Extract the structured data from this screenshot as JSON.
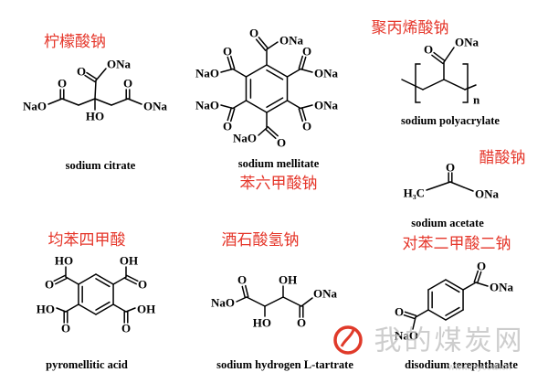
{
  "colors": {
    "chinese_label": "#e5362a",
    "structure": "#000000",
    "watermark": "#bdbdbd",
    "logo": "#e03a2a"
  },
  "sodium_citrate": {
    "name_cn": "柠檬酸钠",
    "name_en": "sodium citrate",
    "labels": {
      "nao": "NaO",
      "left_o": "O",
      "oh": "HO",
      "top_o": "O",
      "top_ona": "ONa",
      "right_o": "O",
      "right_ona": "ONa"
    }
  },
  "sodium_mellitate": {
    "name_cn": "苯六甲酸钠",
    "name_en": "sodium mellitate",
    "labels": {
      "top_o": "O",
      "top_ona": "ONa",
      "ur_o": "O",
      "ur_ona": "ONa",
      "lr_o": "O",
      "lr_ona": "ONa",
      "bottom_o": "O",
      "bottom_nao": "NaO",
      "ll_o": "O",
      "ll_nao": "NaO",
      "ul_o": "O",
      "ul_nao": "NaO"
    }
  },
  "sodium_polyacrylate": {
    "name_cn": "聚丙烯酸钠",
    "name_en": "sodium polyacrylate",
    "labels": {
      "o": "O",
      "ona": "ONa",
      "n": "n"
    }
  },
  "sodium_acetate": {
    "name_cn": "醋酸钠",
    "name_en": "sodium acetate",
    "labels": {
      "methyl": "H₃C",
      "o": "O",
      "ona": "ONa"
    }
  },
  "pyromellitic_acid": {
    "name_cn": "均苯四甲酸",
    "name_en": "pyromellitic acid",
    "labels": {
      "ul_oh": "HO",
      "ul_o": "O",
      "ur_oh": "OH",
      "ur_o": "O",
      "ll_oh": "HO",
      "ll_o": "O",
      "lr_oh": "OH",
      "lr_o": "O"
    }
  },
  "sodium_hydrogen_l_tartrate": {
    "name_cn": "酒石酸氢钠",
    "name_en": "sodium hydrogen L-tartrate",
    "labels": {
      "nao": "NaO",
      "left_o": "O",
      "oh_top": "OH",
      "ho_bottom": "HO",
      "right_o": "O",
      "ona": "ONa"
    }
  },
  "disodium_terephthalate": {
    "name_cn": "对苯二甲酸二钠",
    "name_en": "disodium terephthalate",
    "labels": {
      "top_o": "O",
      "ona": "ONa",
      "bottom_o": "O",
      "nao": "NaO"
    }
  },
  "watermark": {
    "site": "我的煤炭网",
    "url": "www.mycoal.cn"
  }
}
